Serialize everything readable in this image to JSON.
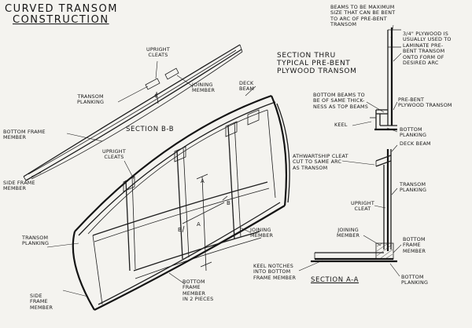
{
  "title": {
    "line1": "Curved Transom",
    "line2": "Construction"
  },
  "sections": {
    "bb": "Section B-B",
    "aa": "Section A-A",
    "pre_bent": "Section Thru\nTypical Pre-Bent\nPlywood Transom"
  },
  "labels": {
    "upright_cleats_top": "Upright\nCleats",
    "transom_planking_top": "Transom\nPlanking",
    "joining_member_top": "Joining\nMember",
    "deck_beam_top": "Deck\nBeam",
    "bottom_frame_member_left": "Bottom Frame\nMember",
    "side_frame_member_left": "Side Frame\nMember",
    "upright_cleats_mid": "Upright\nCleats",
    "transom_planking_left": "Transom\nPlanking",
    "side_frame_member_bottom": "Side\nFrame\nMember",
    "bottom_frame_member_pieces": "Bottom\nFrame\nMember\nin 2 Pieces",
    "joining_member_mid": "Joining\nMember",
    "beams_max_note": "Beams to be maximum\nsize that can be bent\nto arc of pre-bent\ntransom",
    "plywood_note": "3/4\" Plywood is\nusually used to\nlaminate pre-\nbent transom\nonto form of\ndesired arc",
    "bottom_beams_note": "Bottom beams to\nbe of same thick-\nness as top beams",
    "keel": "Keel",
    "pre_bent_plywood": "Pre-bent\nplywood transom",
    "bottom_planking_pre": "Bottom\nPlanking",
    "athwartship_cleat": "Athwartship cleat\ncut to same arc\nas transom",
    "deck_beam_aa": "Deck Beam",
    "transom_planking_aa": "Transom\nPlanking",
    "upright_cleat_aa": "Upright\nCleat",
    "joining_member_aa": "Joining\nMember",
    "bottom_frame_member_aa": "Bottom\nFrame\nMember",
    "keel_notches": "Keel notches\ninto bottom\nframe member",
    "bottom_planking_aa": "Bottom\nPlanking",
    "mark_a_top": "A",
    "mark_a_bottom": "A",
    "mark_b_left": "B",
    "mark_b_right": "B",
    "mark_center": "¢"
  }
}
